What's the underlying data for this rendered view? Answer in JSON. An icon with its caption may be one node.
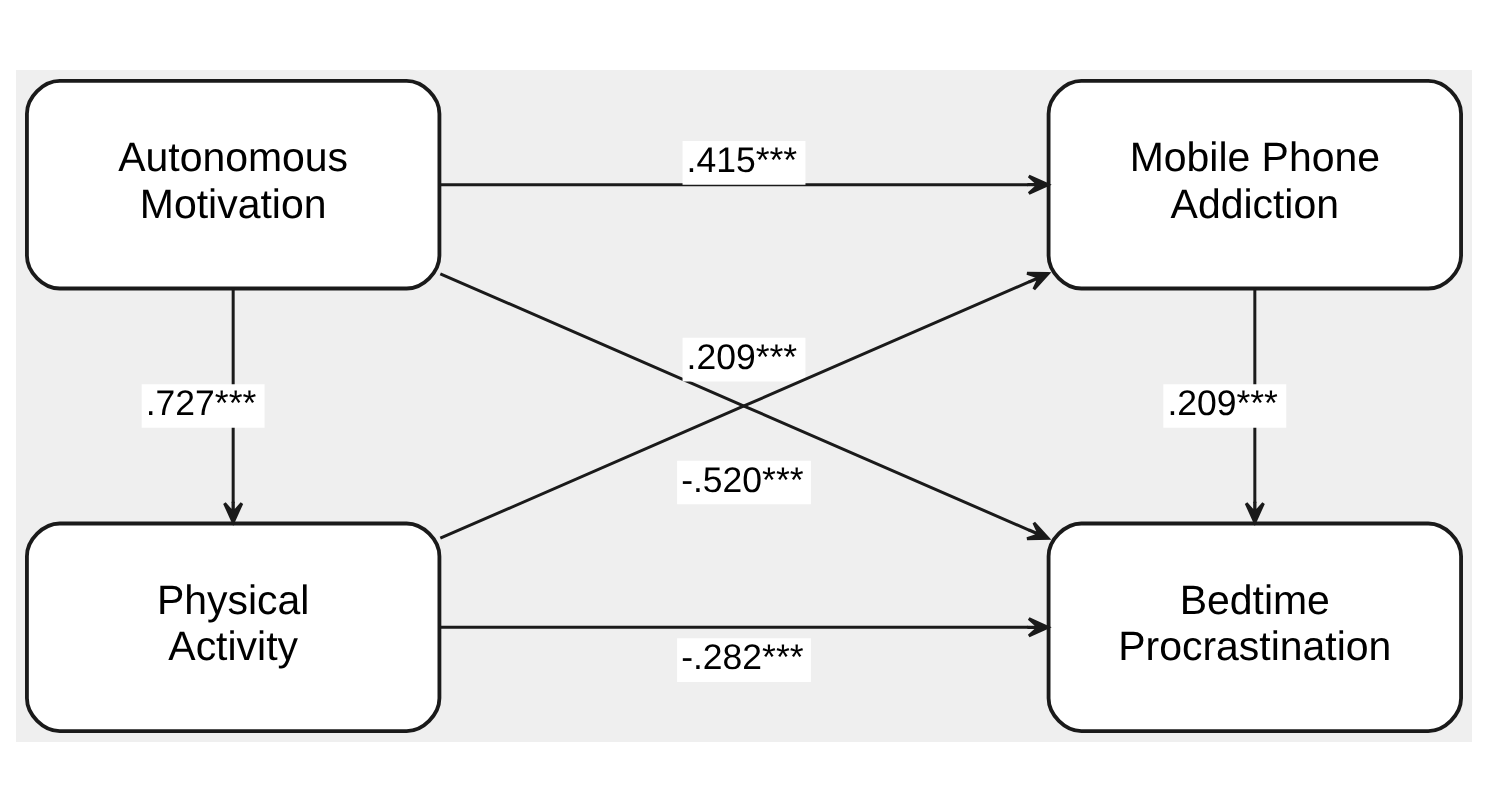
{
  "diagram": {
    "nodes": [
      {
        "text": [
          "Autonomous Motivation"
        ]
      },
      {
        "text": [
          "Mobile Phone Addiction"
        ]
      },
      {
        "text": [
          "Physical Activity"
        ]
      },
      {
        "text": [
          "Bedtime Procrastination"
        ]
      }
    ],
    "edges": [
      {
        "from": 0,
        "to": 1,
        "arrow": "to",
        "label": ".415***"
      },
      {
        "from": 0,
        "to": 3,
        "arrow": "to",
        "label": ".209***"
      },
      {
        "from": 0,
        "to": 2,
        "arrow": "to",
        "label": ".727***"
      },
      {
        "from": 2,
        "to": 1,
        "arrow": "to",
        "label": "-.520***"
      },
      {
        "from": 1,
        "to": 3,
        "arrow": "to",
        "label": ".209***"
      },
      {
        "from": 2,
        "to": 3,
        "arrow": "to",
        "label": "-.282***"
      }
    ]
  }
}
